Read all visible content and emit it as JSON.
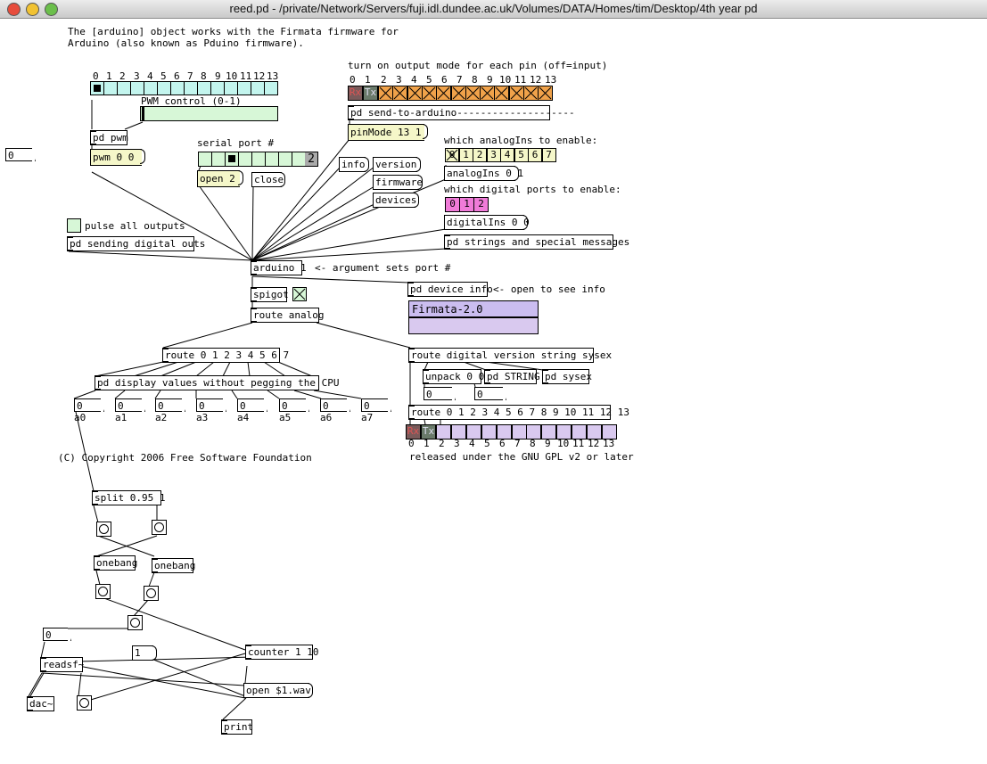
{
  "window": {
    "title": "reed.pd  - /private/Network/Servers/fuji.idl.dundee.ac.uk/Volumes/DATA/Homes/tim/Desktop/4th year pd",
    "lights": [
      "#e74c3c",
      "#f1c232",
      "#6bbf4b"
    ]
  },
  "comments": {
    "intro_line1": "The [arduino] object works with the Firmata firmware for",
    "intro_line2": "Arduino (also known as Pduino firmware).",
    "output_mode": "turn on output mode for each pin (off=input)",
    "pwm_control": "PWM_control_(0-1)",
    "serial_port": "serial port #",
    "which_analog": "which analogIns to enable:",
    "which_digital": "which digital ports to enable:",
    "pulse_all": "pulse all outputs",
    "arg_port": "<- argument sets port #",
    "open_info": "<- open to see info",
    "copyright": "(C) Copyright 2006 Free Software Foundation",
    "released": "released under the GNU GPL v2 or later"
  },
  "pin_numbers": [
    "0",
    "1",
    "2",
    "3",
    "4",
    "5",
    "6",
    "7",
    "8",
    "9",
    "10",
    "11",
    "12",
    "13"
  ],
  "analog_pin_labels": [
    "0",
    "1",
    "2",
    "3",
    "4",
    "5",
    "6",
    "7"
  ],
  "digital_port_labels": [
    "0",
    "1",
    "2"
  ],
  "serial_radio_value": "2",
  "rxtx": {
    "rx": "Rx",
    "tx": "Tx"
  },
  "objects": {
    "pd_pwm": "pd pwm",
    "pwm_msg": "pwm 0 0",
    "open_msg": "open 2",
    "close_msg": "close",
    "pd_send": "pd send-to-arduino--------------------",
    "pinmode_msg": "pinMode 13 1",
    "info_msg": "info",
    "version_msg": "version",
    "firmware_msg": "firmware",
    "devices_msg": "devices",
    "analogins_msg": "analogIns 0 1",
    "digitalins_msg": "digitalIns 0 0",
    "pd_strings": "pd strings and special messages",
    "pd_sending_digital": "pd sending digital outs",
    "arduino": "arduino 1",
    "spigot": "spigot",
    "route_analog": "route analog",
    "pd_device_info": "pd device info",
    "firmata_symbol": "Firmata-2.0",
    "route_0_7": "route 0 1 2 3 4 5 6 7",
    "pd_display": "pd display values without pegging the CPU",
    "route_digital": "route digital version string sysex",
    "unpack": "unpack 0 0",
    "pd_string": "pd STRING",
    "pd_sysex": "pd sysex",
    "route_0_13": "route 0 1 2 3 4 5 6 7 8 9 10 11 12 13",
    "split": "split 0.95 1",
    "onebang_1": "onebang",
    "onebang_2": "onebang",
    "readsf": "readsf~",
    "dac": "dac~",
    "counter": "counter 1 10",
    "open_wav": "open $1.wav",
    "print": "print",
    "msg_one": "1"
  },
  "numbers": {
    "left_num": "0",
    "unpack_num1": "0",
    "unpack_num2": "0",
    "readsf_num": "0",
    "analog": [
      {
        "value": "0",
        "label": "a0"
      },
      {
        "value": "0",
        "label": "a1"
      },
      {
        "value": "0",
        "label": "a2"
      },
      {
        "value": "0",
        "label": "a3"
      },
      {
        "value": "0",
        "label": "a4"
      },
      {
        "value": "0",
        "label": "a5"
      },
      {
        "value": "0",
        "label": "a6"
      },
      {
        "value": "0",
        "label": "a7"
      }
    ]
  },
  "colors": {
    "light_green": "#d7f7d7",
    "cyan": "#c3f5ee",
    "orange": "#f0a24a",
    "yellow": "#f5f7c9",
    "pink": "#f07bd8",
    "lavender": "#d9c9ef",
    "symbol": "#cbbdf0"
  }
}
